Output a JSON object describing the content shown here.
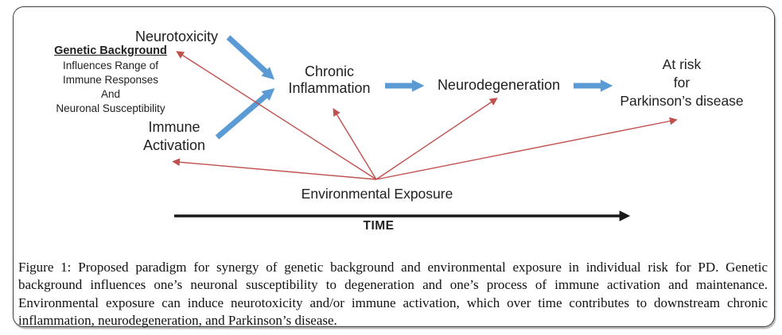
{
  "figure": {
    "nodes": {
      "neurotoxicity": "Neurotoxicity",
      "genetic_background": {
        "title": "Genetic Background",
        "line1": "Influences Range of",
        "line2": "Immune Responses",
        "line3": "And",
        "line4": "Neuronal Susceptibility"
      },
      "immune_activation": {
        "line1": "Immune",
        "line2": "Activation"
      },
      "chronic_inflammation": {
        "line1": "Chronic",
        "line2": "Inflammation"
      },
      "neurodegeneration": "Neurodegeneration",
      "at_risk": {
        "line1": "At risk",
        "line2": "for",
        "line3": "Parkinson’s disease"
      },
      "environmental_exposure": "Environmental Exposure",
      "time": "TIME"
    },
    "colors": {
      "flow_arrow_blue": "#5B9BD5",
      "influence_arrow_red": "#C0504D",
      "time_arrow_black": "#1a1a1a"
    },
    "caption": {
      "label": "Figure 1:",
      "body": "Proposed paradigm for synergy of genetic background and environmental exposure in individual risk for PD. Genetic background influences one’s neuronal susceptibility to degeneration and one’s process of immune activation and maintenance. Environmental exposure can induce neurotoxicity and/or immune activation, which over time contributes to downstream chronic inflammation, neurodegeneration, and Parkinson’s disease."
    }
  }
}
